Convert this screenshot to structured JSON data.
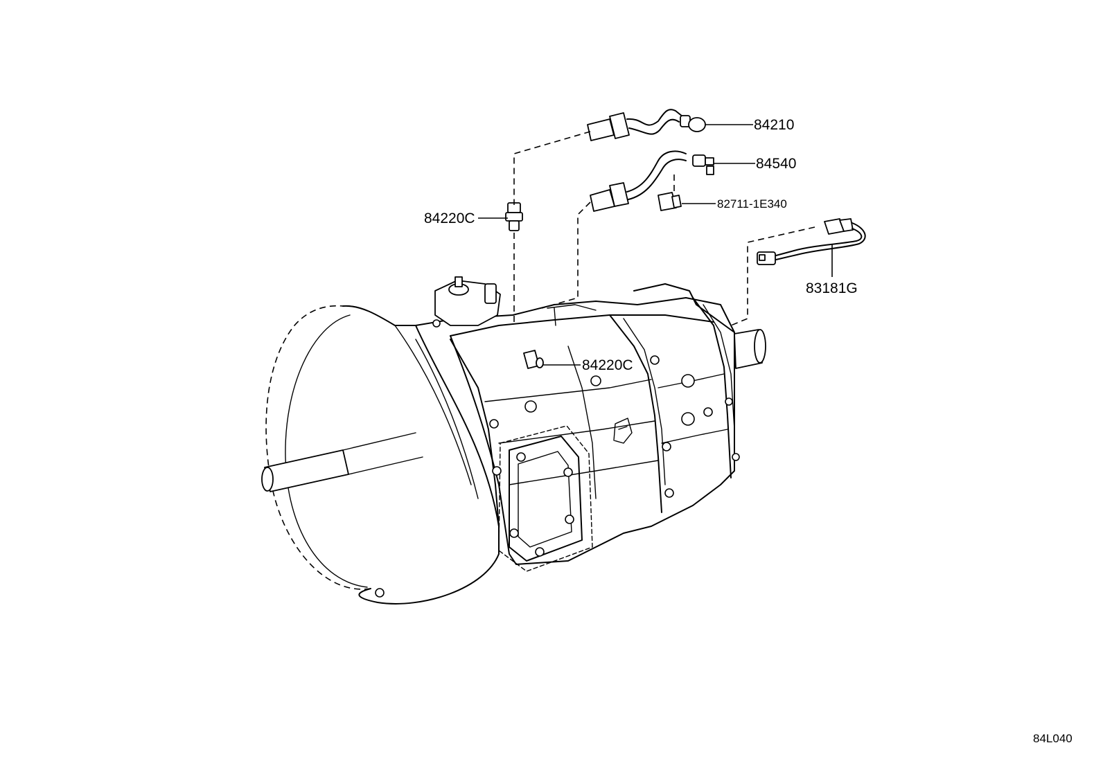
{
  "callouts": {
    "p84210": "84210",
    "p84540": "84540",
    "p82711": "82711-1E340",
    "p84220c_top": "84220C",
    "p84220c_side": "84220C",
    "p83181g": "83181G"
  },
  "figure_code": "84L040"
}
